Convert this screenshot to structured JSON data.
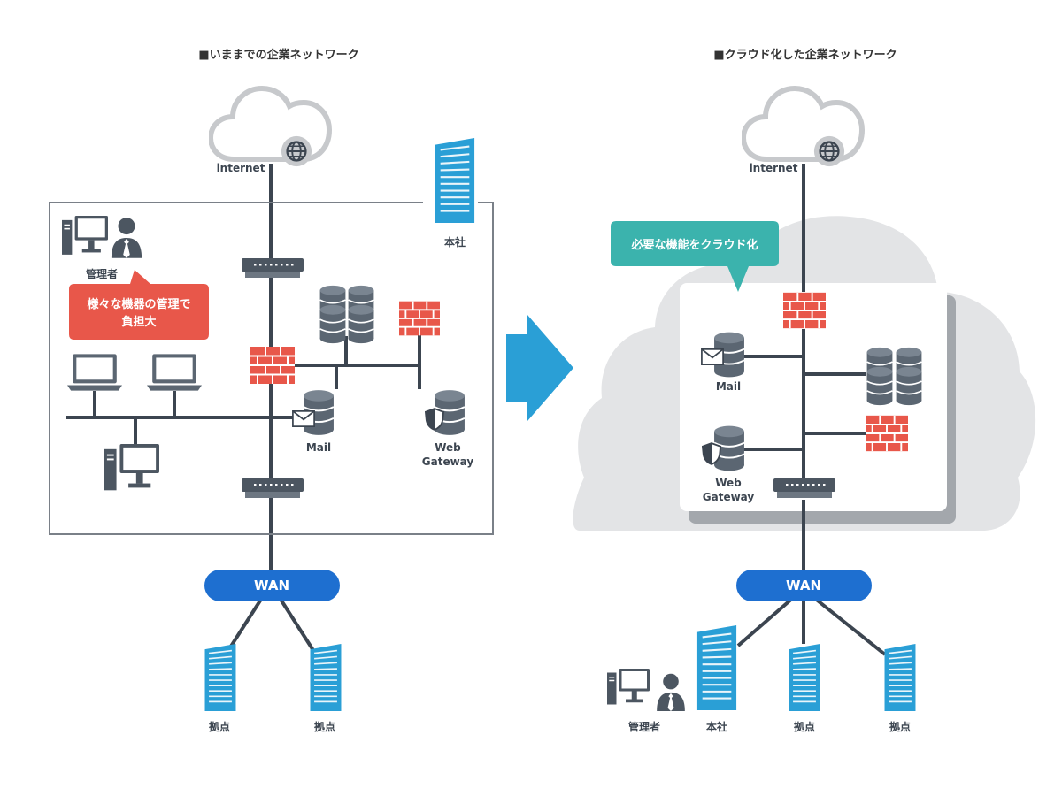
{
  "left": {
    "title": "■いままでの企業ネットワーク",
    "internet": "internet",
    "hq": "本社",
    "admin": "管理者",
    "callout_line1": "様々な機器の管理で",
    "callout_line2": "負担大",
    "mail": "Mail",
    "web": "Web",
    "gateway": "Gateway",
    "wan": "WAN",
    "branch1": "拠点",
    "branch2": "拠点"
  },
  "right": {
    "title": "■クラウド化した企業ネットワーク",
    "internet": "internet",
    "callout": "必要な機能をクラウド化",
    "mail": "Mail",
    "web": "Web",
    "gateway": "Gateway",
    "wan": "WAN",
    "admin": "管理者",
    "hq": "本社",
    "branch1": "拠点",
    "branch2": "拠点"
  },
  "colors": {
    "line": "#3c4550",
    "device": "#5b6672",
    "firewall": "#e8574a",
    "building": "#2a9fd6",
    "wan": "#1e6fd0",
    "callout_red": "#e8574a",
    "callout_teal": "#3bb3ad",
    "arrow": "#2a9fd6",
    "cloud_bg": "#e3e4e6"
  }
}
